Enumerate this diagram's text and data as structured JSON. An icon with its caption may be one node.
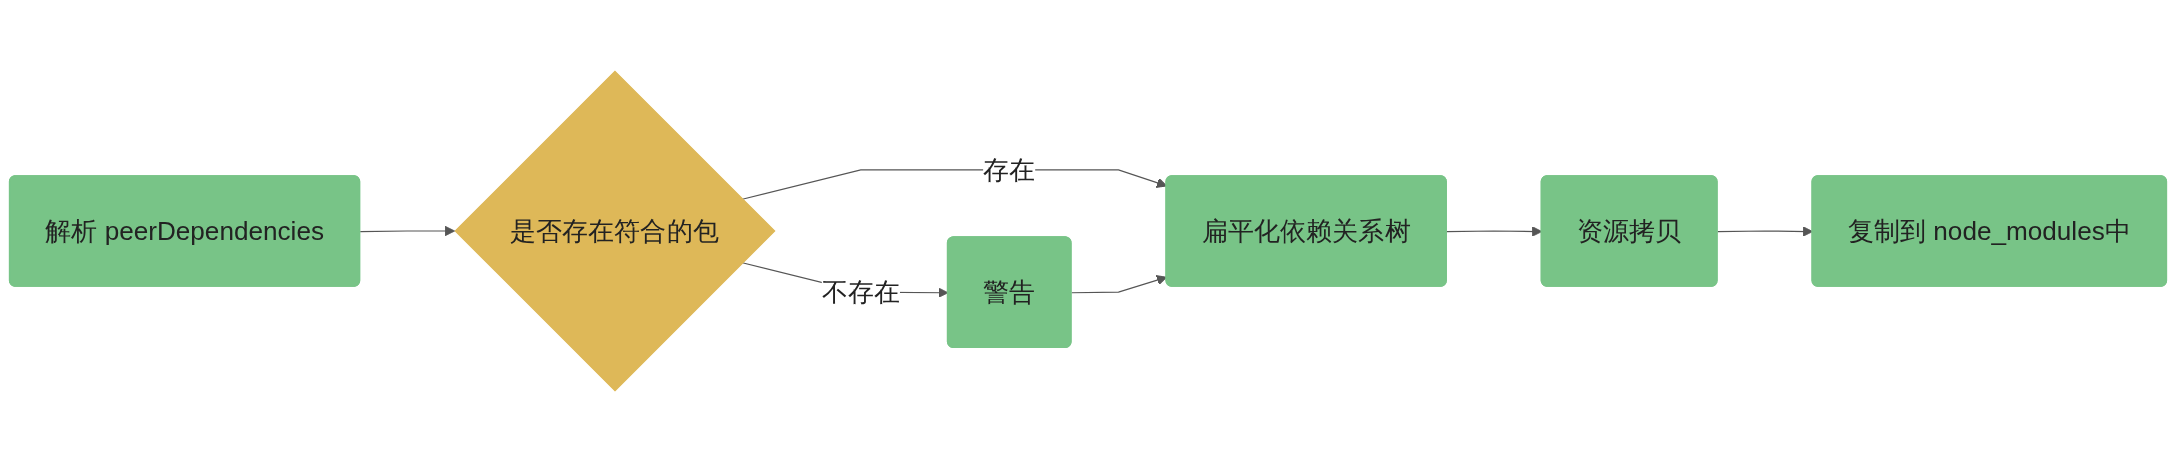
{
  "diagram": {
    "nodes": [
      {
        "text": [
          "解析 peerDependencies"
        ]
      },
      {
        "text": [
          "是否存在符合的包"
        ]
      },
      {
        "text": [
          "警告"
        ]
      },
      {
        "text": [
          "扁平化依赖关系树"
        ]
      },
      {
        "text": [
          "资源拷贝"
        ]
      },
      {
        "text": [
          "复制到 node_modules中"
        ]
      }
    ],
    "edges": [
      {
        "from": 0,
        "to": 1,
        "arrow": "to"
      },
      {
        "from": 1,
        "to": 2,
        "label": "不存在",
        "arrow": "to"
      },
      {
        "from": 1,
        "to": 3,
        "label": "存在",
        "arrow": "to"
      },
      {
        "from": 2,
        "to": 3,
        "arrow": "to"
      },
      {
        "from": 3,
        "to": 4,
        "arrow": "to"
      },
      {
        "from": 4,
        "to": 5,
        "arrow": "to"
      }
    ]
  }
}
